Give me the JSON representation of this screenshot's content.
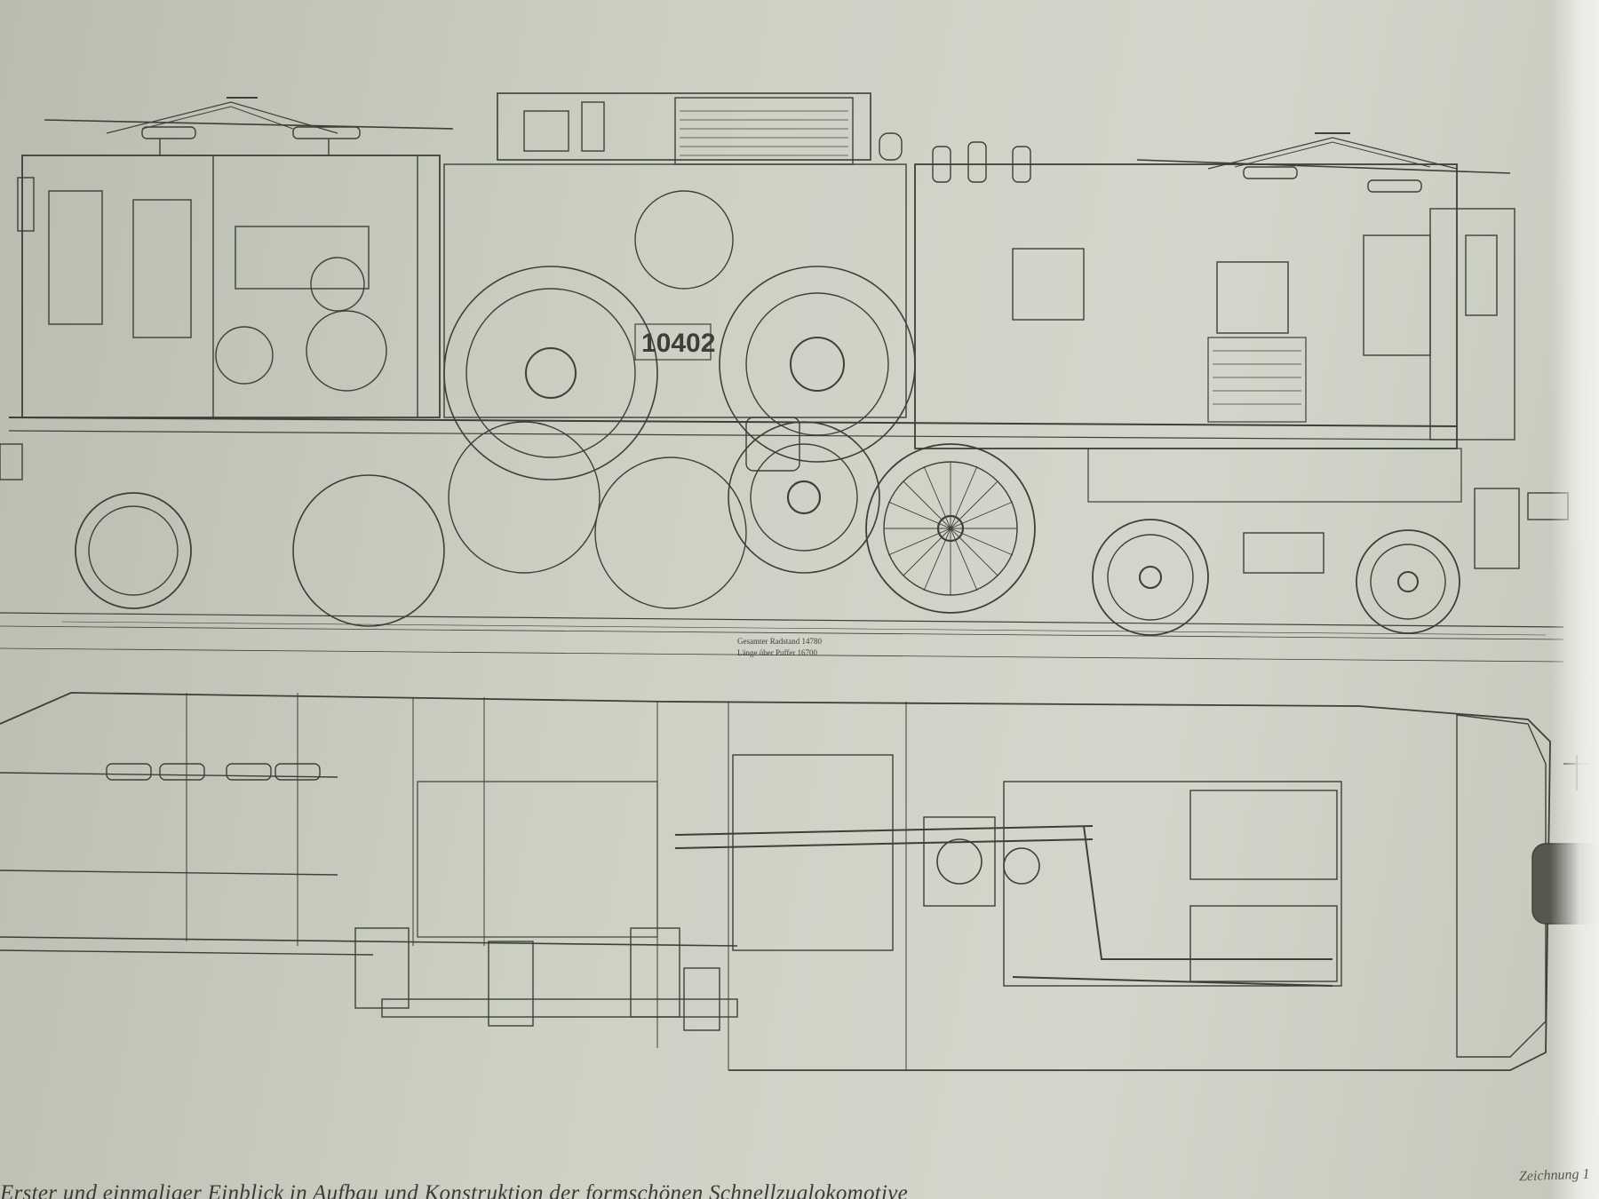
{
  "drawing": {
    "side_view": {
      "locomotive_number": "10402",
      "dimension_labels": [
        "Gesamter Radstand 14780",
        "Länge über Puffer 16700"
      ]
    }
  },
  "caption": {
    "text": "Erster und einmaliger Einblick in Aufbau und Konstruktion der formschönen Schnellzuglokomotive"
  },
  "corner": {
    "label": "Zeichnung 1"
  },
  "colors": {
    "paper": "#cdd1c4",
    "ink": "#3c4038"
  }
}
